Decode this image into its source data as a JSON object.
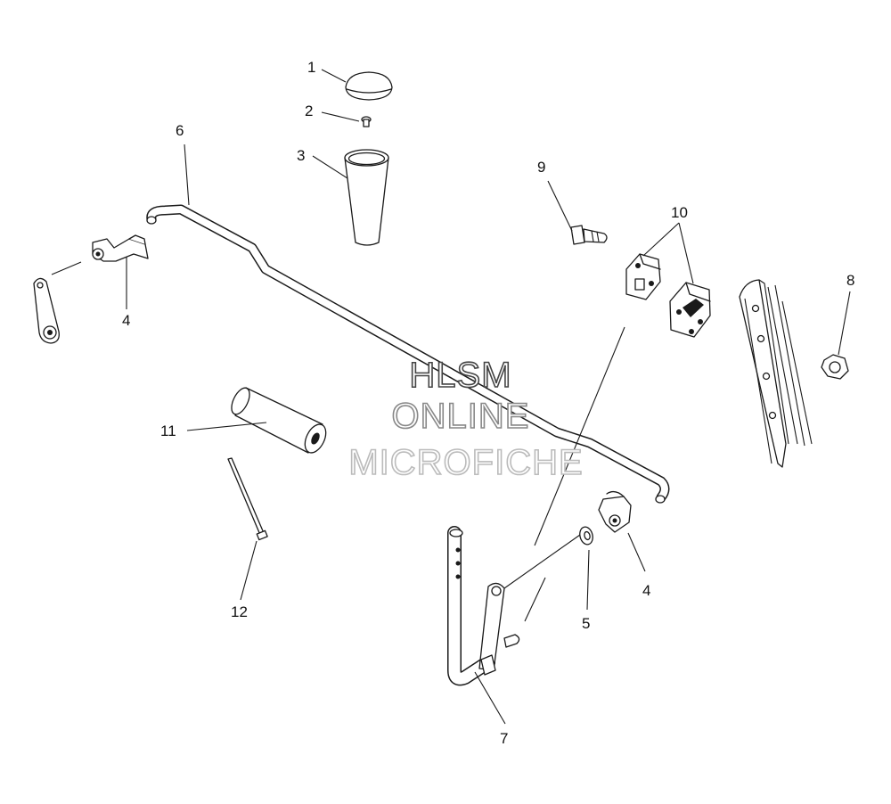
{
  "callouts": {
    "c1": "1",
    "c2": "2",
    "c3": "3",
    "c4a": "4",
    "c4b": "4",
    "c5": "5",
    "c6": "6",
    "c7": "7",
    "c8": "8",
    "c9": "9",
    "c10": "10",
    "c11": "11",
    "c12": "12"
  },
  "watermark": {
    "line1": "HLSM",
    "line2": "ONLINE",
    "line3": "MICROFICHE"
  },
  "colors": {
    "line": "#1a1a1a",
    "watermark_line1": "#444444",
    "watermark_line2": "#888888",
    "watermark_line3": "#bbbbbb"
  }
}
